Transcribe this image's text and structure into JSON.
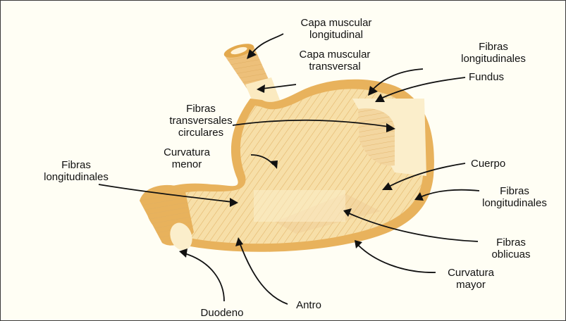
{
  "labels": {
    "capa_longitudinal": "Capa muscular\nlongitudinal",
    "capa_transversal": "Capa muscular\ntransversal",
    "fibras_long_top": "Fibras\nlongitudinales",
    "fundus": "Fundus",
    "fibras_transversales": "Fibras\ntransversales\ncirculares",
    "curvatura_menor": "Curvatura\nmenor",
    "fibras_long_left": "Fibras\nlongitudinales",
    "cuerpo": "Cuerpo",
    "fibras_long_right": "Fibras\nlongitudinales",
    "fibras_oblicuas": "Fibras\noblicuas",
    "curvatura_mayor": "Curvatura\nmayor",
    "antro": "Antro",
    "duodeno": "Duodeno"
  },
  "colors": {
    "muscle_outer": "#e8b25c",
    "muscle_fill": "#f7dfa8",
    "muscle_light": "#fbeecb",
    "fiber_line": "#c98f3a",
    "background": "#fffef4"
  }
}
